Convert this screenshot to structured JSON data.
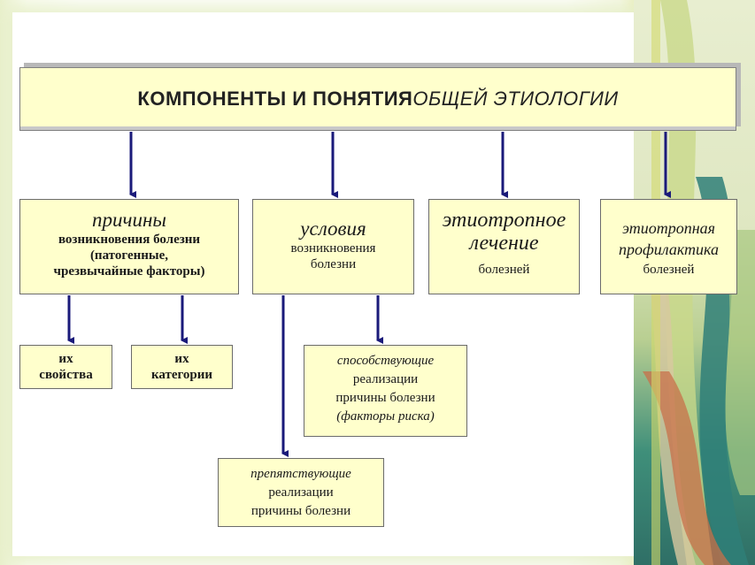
{
  "title": {
    "part1": "КОМПОНЕНТЫ И ПОНЯТИЯ",
    "part2": "ОБЩЕЙ ЭТИОЛОГИИ"
  },
  "causes": {
    "heading": "причины",
    "line1": "возникновения болезни",
    "line2": "(патогенные,",
    "line3": "чрезвычайные факторы)"
  },
  "conditions": {
    "heading": "условия",
    "line1": "возникновения",
    "line2": "болезни"
  },
  "treatment": {
    "heading1": "этиотропное",
    "heading2": "лечение",
    "line1": "болезней"
  },
  "prevention": {
    "heading1": "этиотропная",
    "heading2": "профилактика",
    "line1": "болезней"
  },
  "properties": {
    "line1": "их",
    "line2": "свойства"
  },
  "categories": {
    "line1": "их",
    "line2": "категории"
  },
  "promoting": {
    "line1": "способствующие",
    "line2": "реализации",
    "line3": "причины болезни",
    "line4": "(факторы риска)"
  },
  "hindering": {
    "line1": "препятствующие",
    "line2": "реализации",
    "line3": "причины болезни"
  },
  "colors": {
    "box_fill": "#ffffcc",
    "arrow": "#1a1a7a"
  }
}
